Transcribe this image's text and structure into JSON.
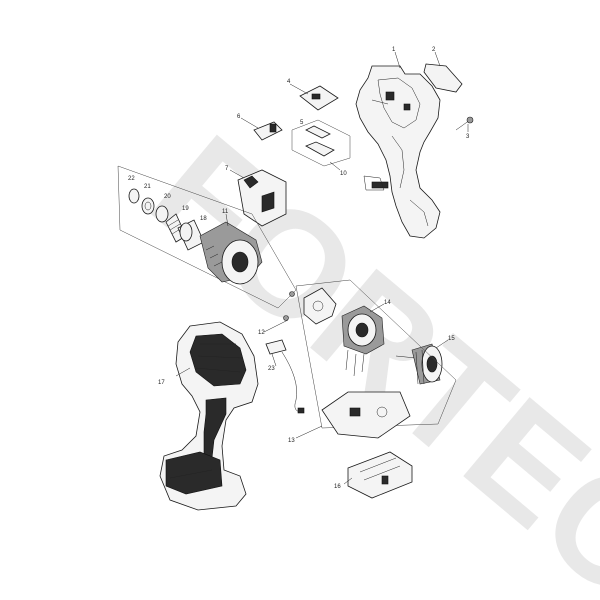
{
  "diagram": {
    "watermark": "FORTEC",
    "parts": [
      {
        "id": "1"
      },
      {
        "id": "2"
      },
      {
        "id": "3"
      },
      {
        "id": "4"
      },
      {
        "id": "5"
      },
      {
        "id": "6"
      },
      {
        "id": "7"
      },
      {
        "id": "10"
      },
      {
        "id": "11"
      },
      {
        "id": "12"
      },
      {
        "id": "13"
      },
      {
        "id": "14"
      },
      {
        "id": "15"
      },
      {
        "id": "16"
      },
      {
        "id": "17"
      },
      {
        "id": "18"
      },
      {
        "id": "19"
      },
      {
        "id": "20"
      },
      {
        "id": "21"
      },
      {
        "id": "22"
      },
      {
        "id": "23"
      }
    ]
  }
}
